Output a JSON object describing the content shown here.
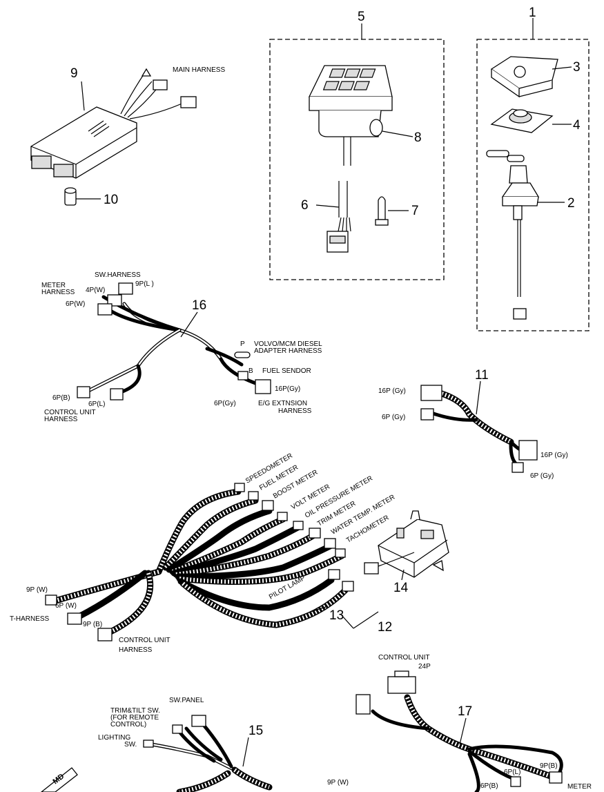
{
  "numbers": {
    "n1": "1",
    "n2": "2",
    "n3": "3",
    "n4": "4",
    "n5": "5",
    "n6": "6",
    "n7": "7",
    "n8": "8",
    "n9": "9",
    "n10": "10",
    "n11": "11",
    "n12": "12",
    "n13": "13",
    "n14": "14",
    "n15": "15",
    "n16": "16",
    "n17": "17"
  },
  "labels": {
    "main_harness": "MAIN HARNESS",
    "sw_harness": "SW.HARNESS",
    "meter": "METER",
    "harness": "HARNESS",
    "p4w": "4P(W)",
    "p9l": "9P(L )",
    "p6w": "6P(W)",
    "p": "P",
    "volvo1": "VOLVO/MCM DIESEL",
    "volvo2": "ADAPTER HARNESS",
    "fuel_sendor": "FUEL SENDOR",
    "b": "B",
    "p16gy": "16P(Gy)",
    "p6b": "6P(B)",
    "p6l": "6P(L)",
    "control_unit": "CONTROL UNIT",
    "p6gy": "6P(Gy)",
    "eg_ext": "E/G EXTNSION",
    "p16gy_s": "16P (Gy)",
    "p6gy_s": "6P (Gy)",
    "speedometer": "SPEEDOMETER",
    "fuel_meter": "FUEL METER",
    "boost_meter": "BOOST METER",
    "volt_meter": "VOLT METER",
    "oil_pressure": "OIL PRESSURE METER",
    "trim_meter": "TRIM METER",
    "water_temp": "WATER TEMP. METER",
    "tachometer": "TACHOMETER",
    "pilot_lamp": "PILOT LAMP",
    "p9w_s": "9P (W)",
    "p6w_s": "6P (W)",
    "t_harness": "T-HARNESS",
    "p9b_s": "9P (B)",
    "p24": "24P",
    "sw_panel": "SW.PANEL",
    "trim_tilt1": "TRIM&TILT SW.",
    "trim_tilt2": "(FOR REMOTE",
    "trim_tilt3": "CONTROL)",
    "lighting": "LIGHTING",
    "sw": "SW.",
    "p9b": "9P(B)",
    "p6l_b": "6P(L)",
    "p9w": "9P (W)",
    "meter_cut": "METER",
    "p6b_cut": "6P(B)",
    "logo": "MD"
  }
}
